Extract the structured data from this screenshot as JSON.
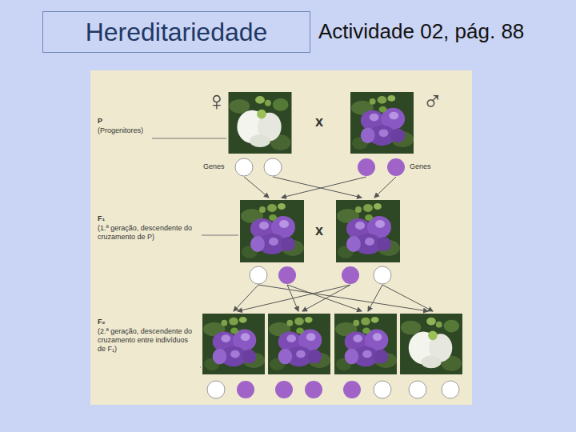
{
  "diagram": {
    "nodes": [
      {
        "text": [
          "Hereditariedade"
        ]
      }
    ],
    "labels": [
      "Actividade 02, pág. 88",
      "♀",
      "♂",
      "P",
      "(Progenitores)",
      "x",
      "Genes",
      "Genes",
      "F₁",
      "(1.ª geração, descendente do cruzamento de P)",
      "x",
      "F₂",
      "(2.ª geração, descendente do cruzamento entre indivíduos de F₁)"
    ]
  }
}
